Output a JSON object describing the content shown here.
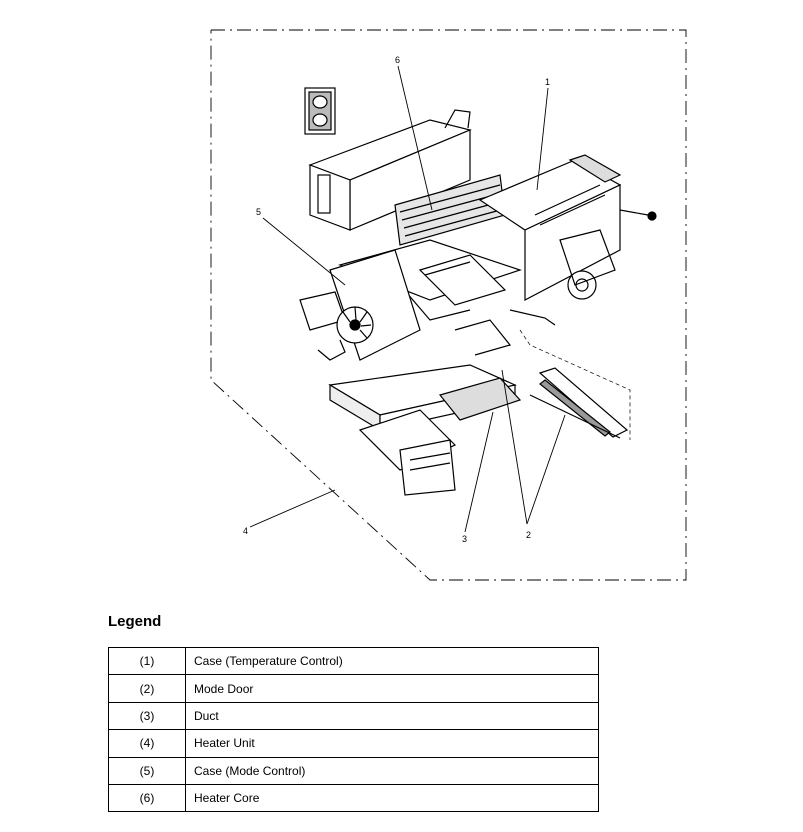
{
  "diagram": {
    "callouts": [
      "1",
      "2",
      "3",
      "4",
      "5",
      "6"
    ]
  },
  "legend": {
    "title": "Legend",
    "rows": [
      {
        "num": "(1)",
        "desc": "Case (Temperature Control)"
      },
      {
        "num": "(2)",
        "desc": "Mode Door"
      },
      {
        "num": "(3)",
        "desc": "Duct"
      },
      {
        "num": "(4)",
        "desc": "Heater Unit"
      },
      {
        "num": "(5)",
        "desc": "Case (Mode Control)"
      },
      {
        "num": "(6)",
        "desc": "Heater Core"
      }
    ]
  }
}
